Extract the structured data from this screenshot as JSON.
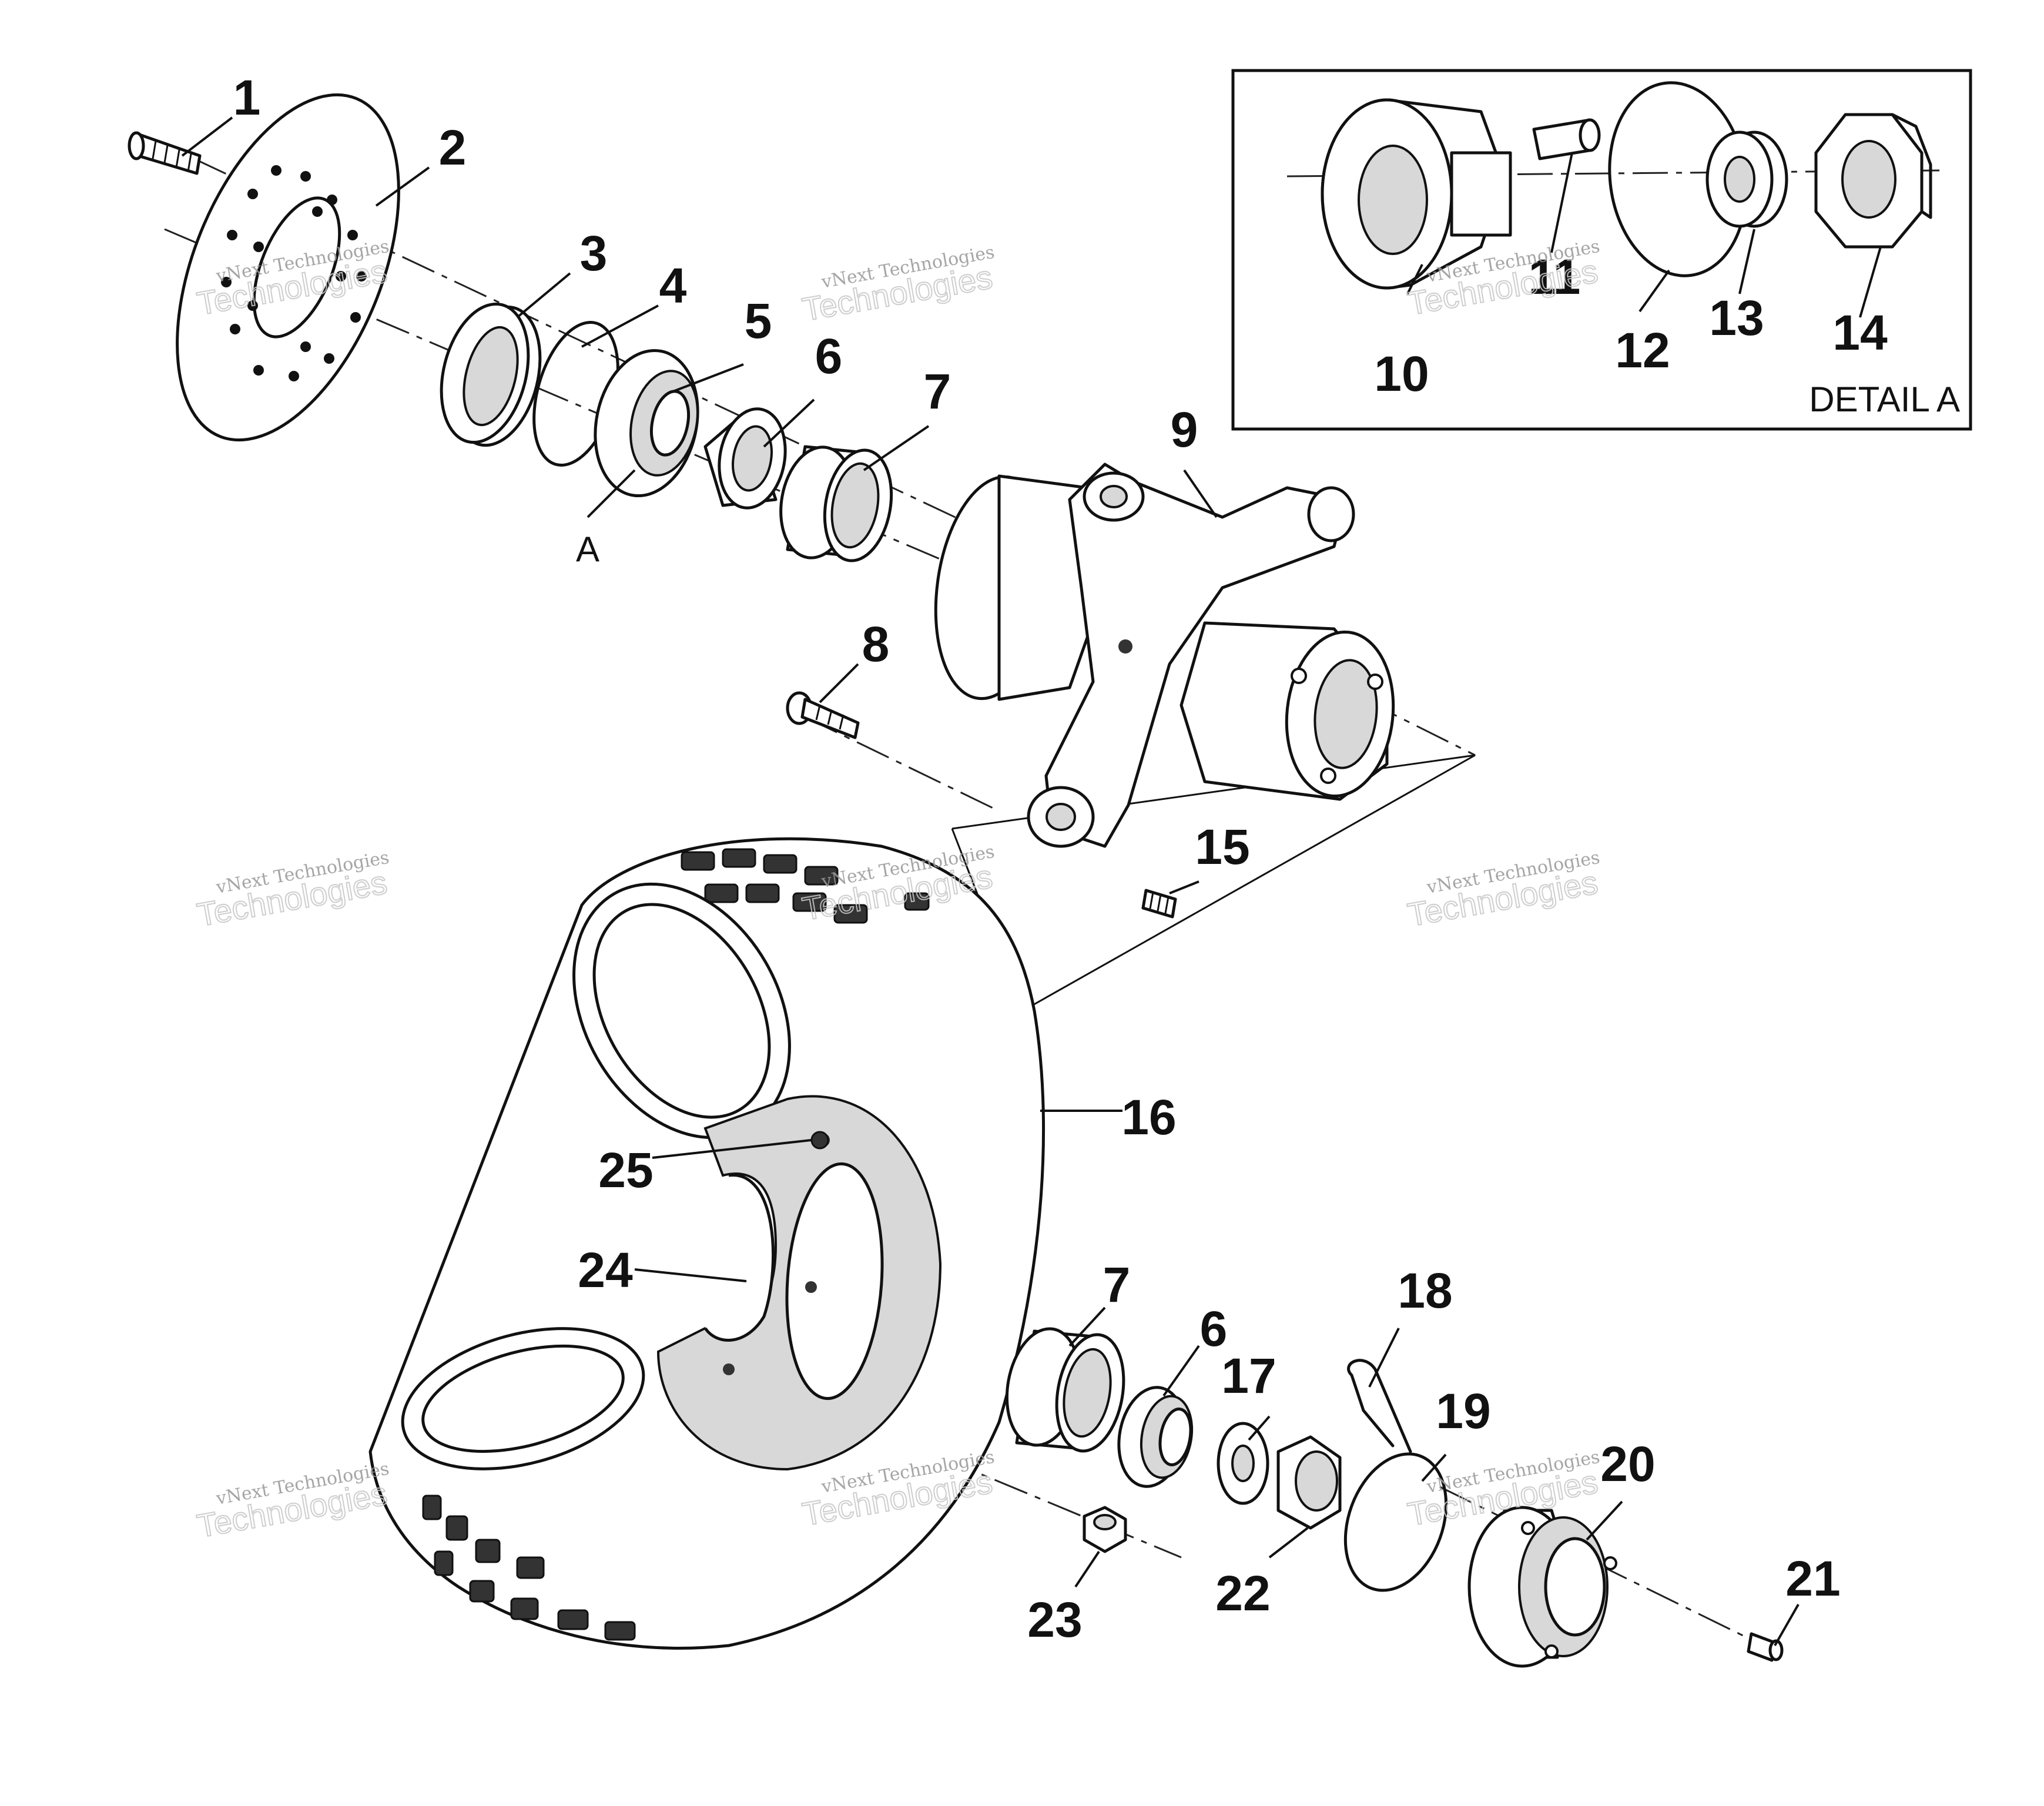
{
  "diagram": {
    "detail_label": "DETAIL A",
    "reference_letter": "A",
    "callouts": [
      "1",
      "2",
      "3",
      "4",
      "5",
      "6",
      "7",
      "8",
      "9",
      "10",
      "11",
      "12",
      "13",
      "14",
      "15",
      "16",
      "17",
      "18",
      "19",
      "20",
      "21",
      "22",
      "23",
      "24",
      "25"
    ],
    "callout_7b": "7",
    "callout_6b": "6",
    "watermark_line1": "vNext Technologies",
    "watermark_line2": "Technologies"
  }
}
